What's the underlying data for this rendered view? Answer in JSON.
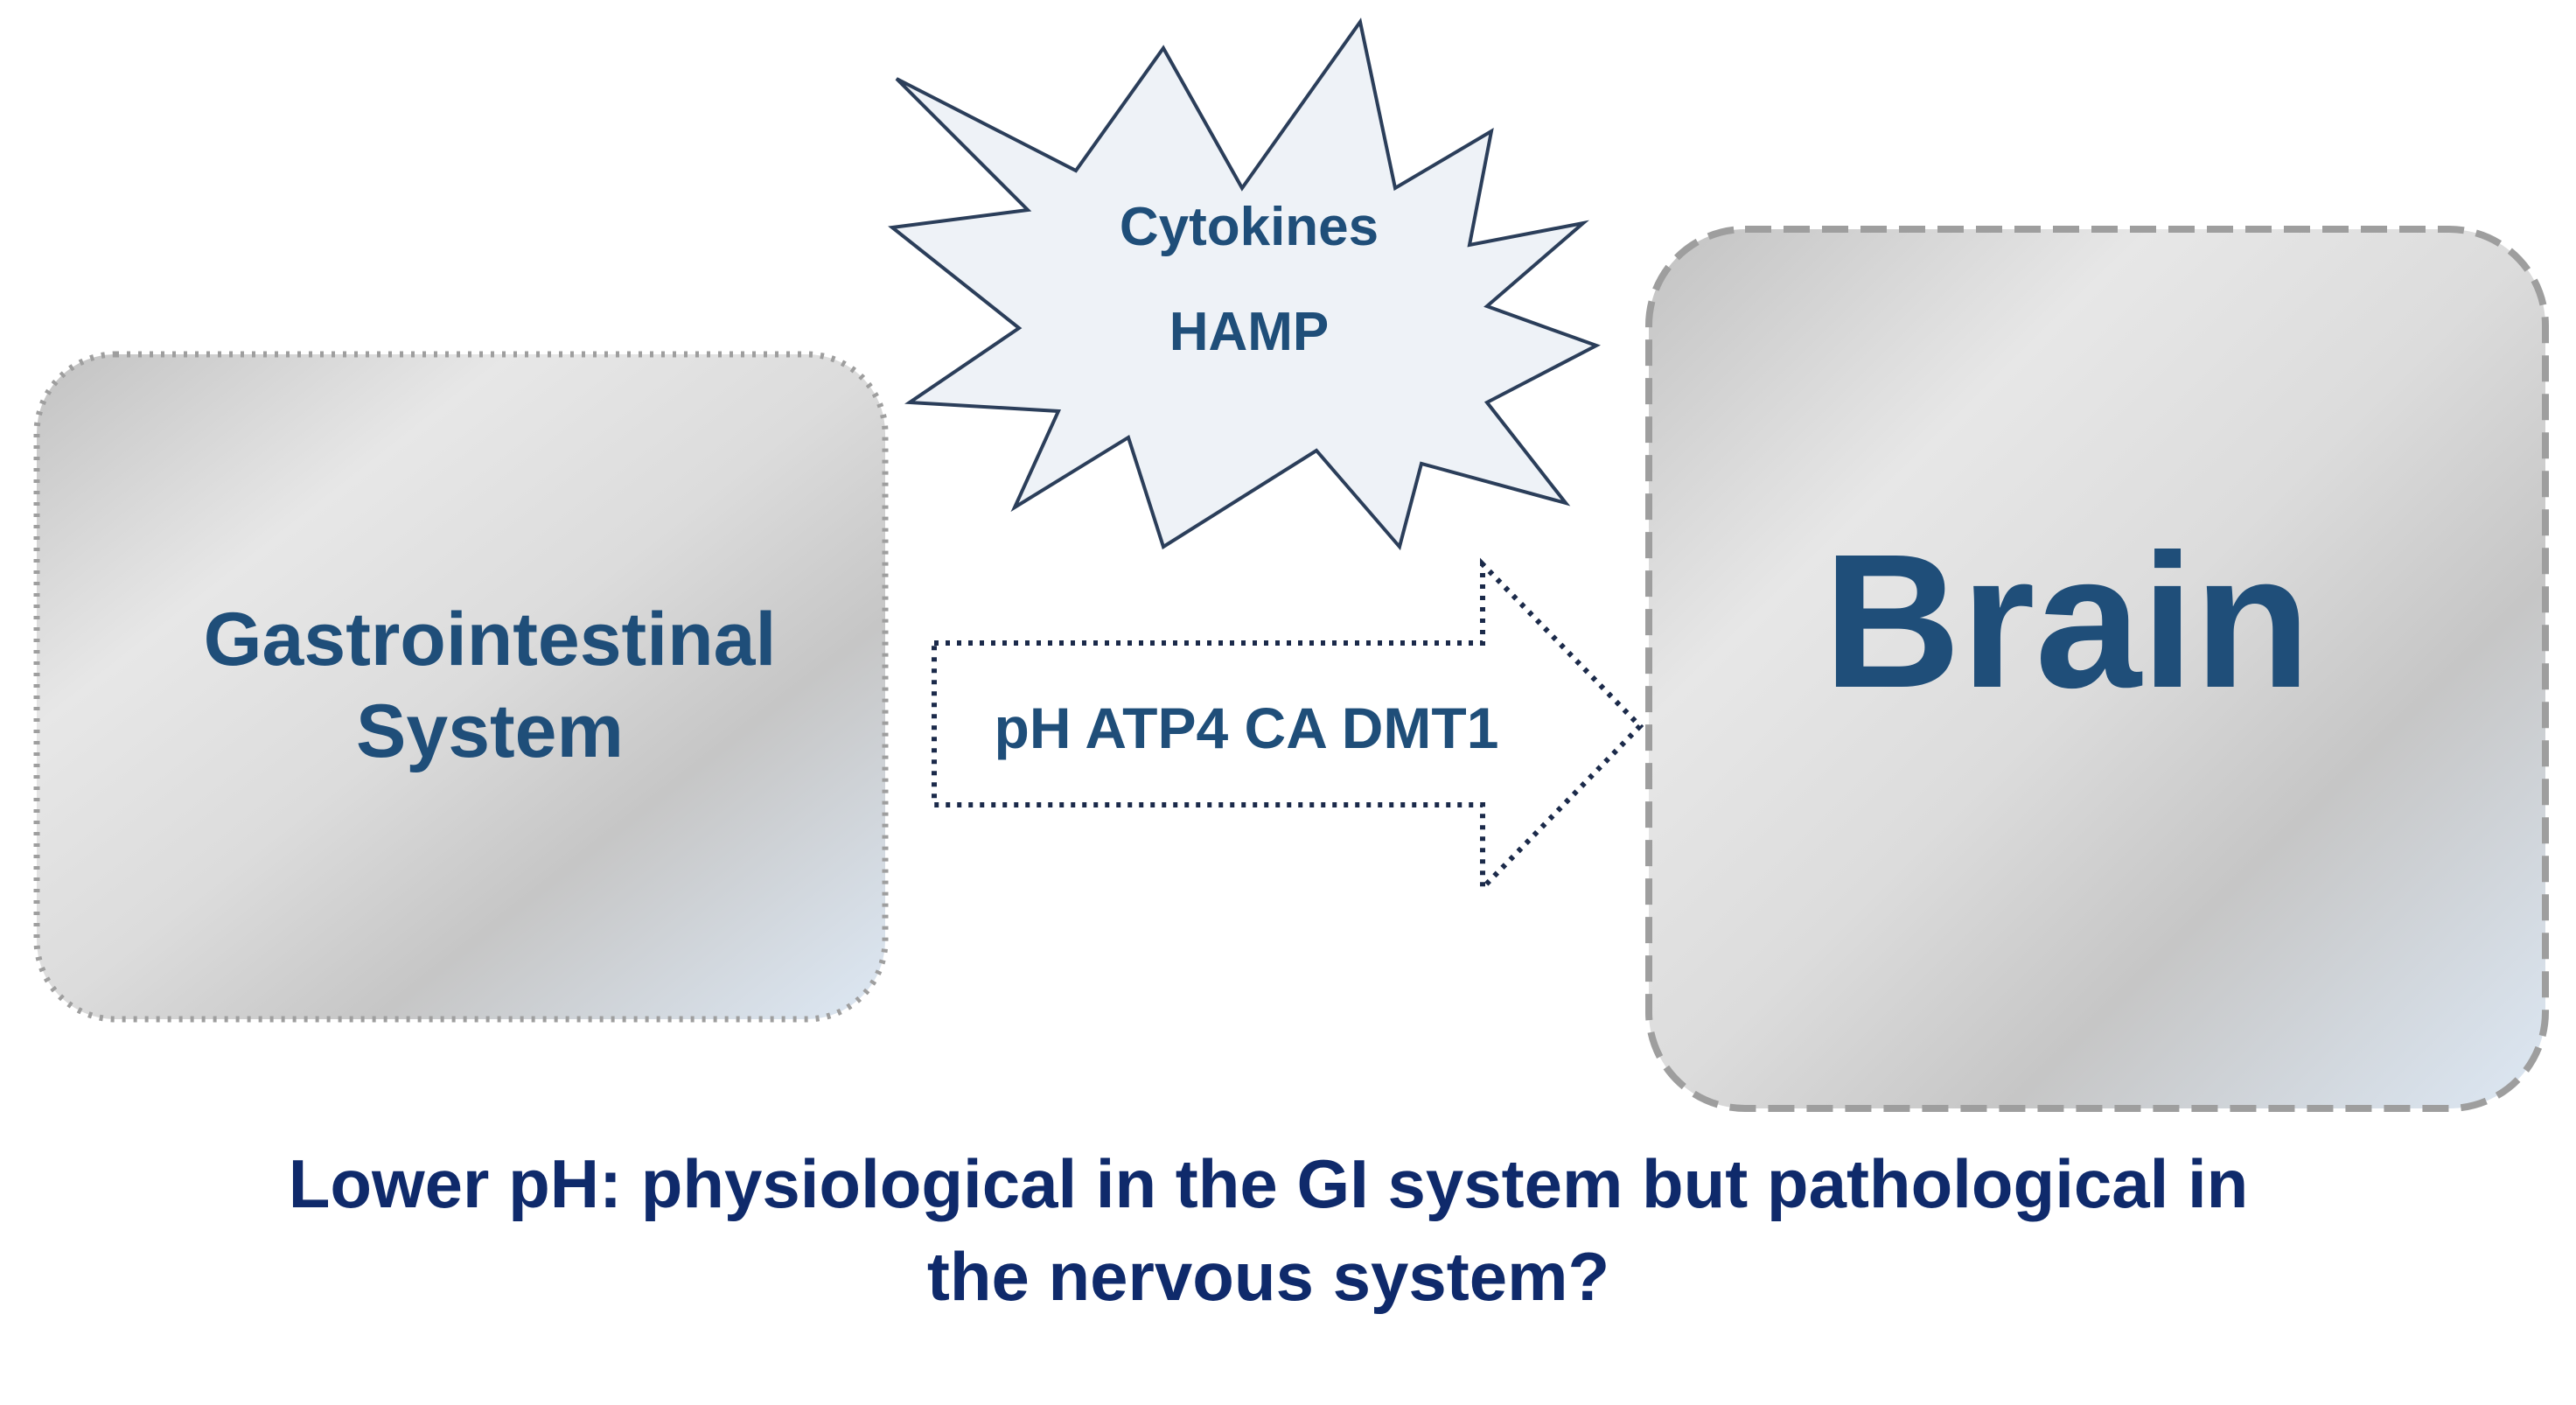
{
  "gi_box": {
    "line1": "Gastrointestinal",
    "line2": "System"
  },
  "burst": {
    "line1": "Cytokines",
    "line2": "HAMP"
  },
  "arrow": {
    "label": "pH ATP4 CA DMT1"
  },
  "brain_box": {
    "label": "Brain"
  },
  "caption": {
    "line1": "Lower pH: physiological in the GI system but pathological in",
    "line2": "the nervous system?"
  },
  "colors": {
    "text_blue": "#1f4e79",
    "caption_navy": "#0f2a6b",
    "box_border": "#9e9e9e",
    "burst_fill": "#eef2f7",
    "burst_stroke": "#2b3e5a",
    "arrow_stroke": "#1b2a4a"
  }
}
